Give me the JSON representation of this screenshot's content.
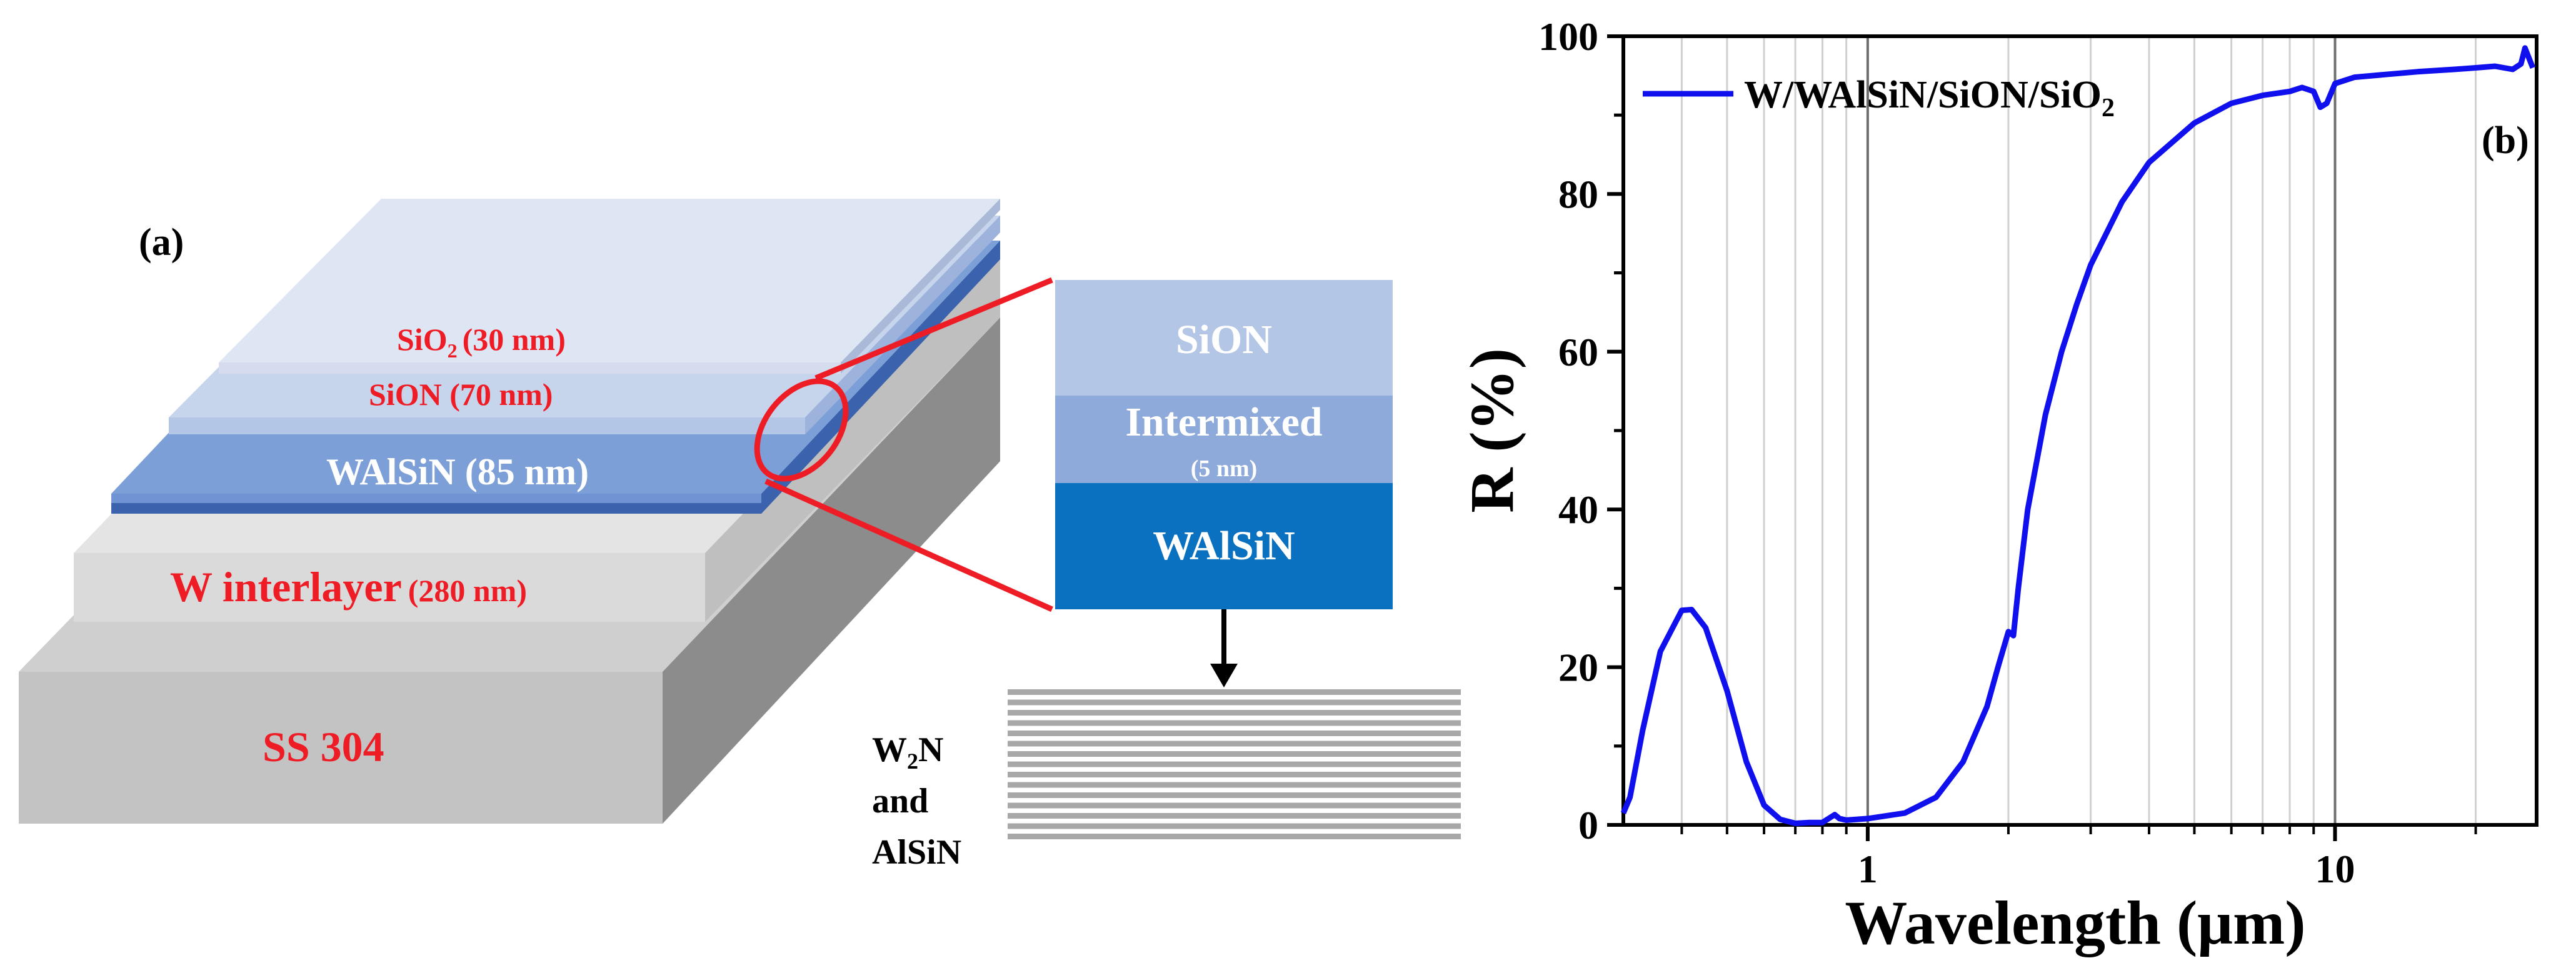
{
  "panel_a": {
    "label": "(a)",
    "layers": {
      "sio2_chem": "SiO",
      "sio2_sub": "2",
      "sio2_thick": "(30 nm)",
      "sion": "SiON (70 nm)",
      "walsin": "WAlSiN (85 nm)",
      "w_main": "W interlayer",
      "w_thick": "(280 nm)",
      "substrate": "SS 304"
    },
    "zoom": {
      "sion": "SiON",
      "intermixed": "Intermixed",
      "intermixed_thick": "(5 nm)",
      "walsin": "WAlSiN"
    },
    "multilayer": {
      "line1_main": "W",
      "line1_sub": "2",
      "line1_end": "N",
      "line2": "and",
      "line3": "AlSiN"
    },
    "colors": {
      "sio2_top": "#dfe6f3",
      "sion": "#b4c6e6",
      "walsin_top": "#6f93d3",
      "walsin_side": "#3b62ad",
      "w_top": "#e4e4e4",
      "w_side": "#bfbfbf",
      "ss_top": "#cfcfcf",
      "ss_front": "#c3c3c3",
      "ss_side": "#8c8c8c",
      "zoom_sion": "#b4c6e6",
      "zoom_inter": "#8eaadb",
      "zoom_walsin": "#0a70c0",
      "callout": "#ee1c25",
      "label_red": "#ee1c25"
    }
  },
  "chart_data": {
    "type": "line",
    "panel_label": "(b)",
    "xlabel": "Wavelength (μm)",
    "ylabel": "R (%)",
    "x_scale": "log",
    "xlim": [
      0.3,
      27
    ],
    "ylim": [
      0,
      100
    ],
    "x_ticks": [
      1,
      10
    ],
    "x_tick_labels": [
      "1",
      "10"
    ],
    "y_ticks": [
      0,
      20,
      40,
      60,
      80,
      100
    ],
    "y_tick_labels": [
      "0",
      "20",
      "40",
      "60",
      "80",
      "100"
    ],
    "grid": "vertical minor lines",
    "legend": {
      "placement": "top-left",
      "text_main": "W/WAlSiN/SiON/SiO",
      "text_sub": "2"
    },
    "series": [
      {
        "name": "W/WAlSiN/SiON/SiO2",
        "color": "#1010ee",
        "x": [
          0.3,
          0.31,
          0.33,
          0.36,
          0.4,
          0.42,
          0.45,
          0.5,
          0.55,
          0.6,
          0.65,
          0.7,
          0.75,
          0.8,
          0.85,
          0.87,
          0.9,
          1.0,
          1.2,
          1.4,
          1.6,
          1.8,
          1.9,
          2.0,
          2.05,
          2.1,
          2.2,
          2.4,
          2.6,
          2.8,
          3.0,
          3.5,
          4.0,
          5.0,
          6.0,
          7.0,
          8.0,
          8.5,
          9.0,
          9.3,
          9.6,
          10.0,
          11.0,
          12.0,
          15.0,
          18.0,
          20.0,
          22.0,
          24.0,
          25.0,
          25.5,
          26.5
        ],
        "y": [
          1.5,
          3.5,
          12.0,
          22.0,
          27.2,
          27.3,
          25.0,
          17.0,
          8.0,
          2.5,
          0.7,
          0.2,
          0.3,
          0.3,
          1.3,
          0.8,
          0.6,
          0.8,
          1.5,
          3.5,
          8.0,
          15.0,
          20.0,
          24.5,
          24.0,
          30.0,
          40.0,
          52.0,
          60.0,
          66.0,
          71.0,
          79.0,
          84.0,
          89.0,
          91.5,
          92.5,
          93.0,
          93.5,
          93.0,
          91.0,
          91.5,
          94.0,
          94.8,
          95.0,
          95.5,
          95.8,
          96.0,
          96.2,
          95.8,
          96.5,
          98.5,
          96.0
        ]
      }
    ]
  }
}
